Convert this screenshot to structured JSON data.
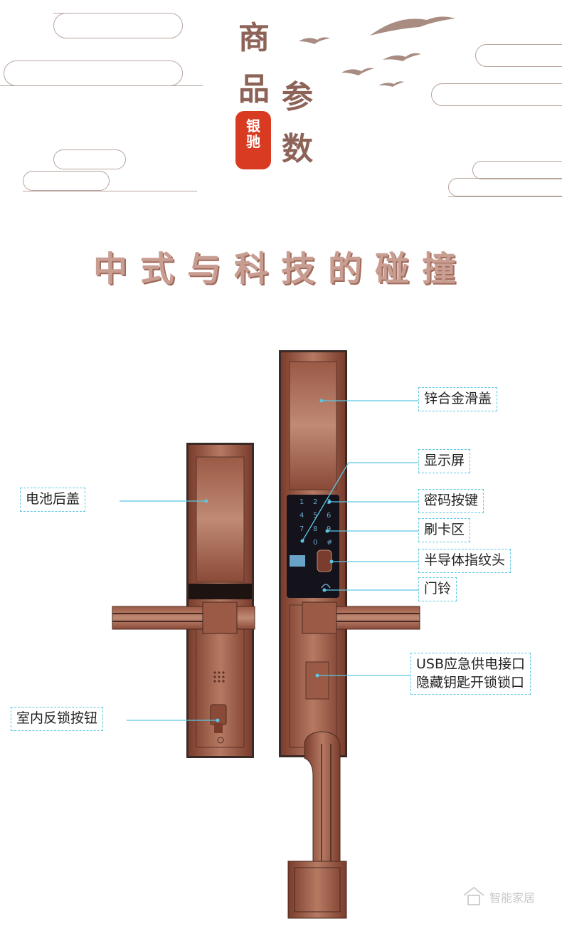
{
  "header": {
    "title_chars": [
      "商",
      "品",
      "参",
      "数"
    ],
    "seal_text": [
      "银",
      "驰"
    ]
  },
  "headline": "中式与科技的碰撞",
  "labels": {
    "slide_cover": "锌合金滑盖",
    "display": "显示屏",
    "keypad": "密码按键",
    "card_area": "刷卡区",
    "fingerprint": "半导体指纹头",
    "doorbell": "门铃",
    "battery_cover": "电池后盖",
    "usb_port_line1": "USB应急供电接口",
    "usb_port_line2": "隐藏钥匙开锁锁口",
    "inner_lock": "室内反锁按钮"
  },
  "keypad": [
    "1",
    "2",
    "3",
    "4",
    "5",
    "6",
    "7",
    "8",
    "9",
    "0",
    "#"
  ],
  "watermark": "智能家居",
  "colors": {
    "bronze": "#8a4a38",
    "bronze_light": "#b77b64",
    "callout": "#5bc7e3",
    "title": "#8d6358",
    "seal": "#d83b22"
  }
}
